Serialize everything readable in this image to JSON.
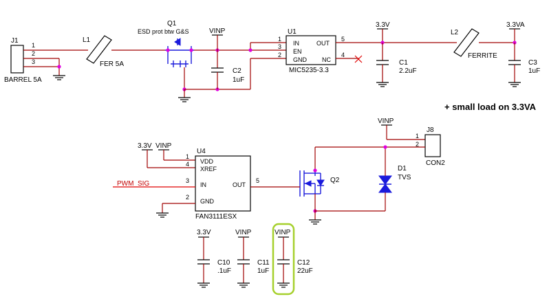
{
  "components": {
    "j1": {
      "ref": "J1",
      "value": "BARREL 5A",
      "pins": [
        "1",
        "2",
        "3"
      ]
    },
    "l1": {
      "ref": "L1",
      "value": "FER 5A"
    },
    "q1": {
      "ref": "Q1",
      "note": "ESD prot btw G&S"
    },
    "c2": {
      "ref": "C2",
      "value": "1uF"
    },
    "u1": {
      "ref": "U1",
      "value": "MIC5235-3.3",
      "pins": [
        {
          "num": "1",
          "name": "IN"
        },
        {
          "num": "3",
          "name": "EN"
        },
        {
          "num": "2",
          "name": "GND"
        },
        {
          "num": "5",
          "name": "OUT"
        },
        {
          "num": "4",
          "name": "NC"
        }
      ]
    },
    "c1": {
      "ref": "C1",
      "value": "2.2uF"
    },
    "l2": {
      "ref": "L2",
      "value": "FERRITE"
    },
    "c3": {
      "ref": "C3",
      "value": "1uF"
    },
    "j8": {
      "ref": "J8",
      "value": "CON2",
      "pins": [
        "1",
        "2"
      ]
    },
    "d1": {
      "ref": "D1",
      "value": "TVS"
    },
    "q2": {
      "ref": "Q2"
    },
    "u4": {
      "ref": "U4",
      "value": "FAN3111ESX",
      "pins": [
        {
          "num": "1",
          "name": "VDD"
        },
        {
          "num": "4",
          "name": "XREF"
        },
        {
          "num": "3",
          "name": "IN"
        },
        {
          "num": "2",
          "name": "GND"
        },
        {
          "num": "5",
          "name": "OUT"
        }
      ]
    },
    "c10": {
      "ref": "C10",
      "value": ".1uF"
    },
    "c11": {
      "ref": "C11",
      "value": "1uF"
    },
    "c12": {
      "ref": "C12",
      "value": "22uF"
    }
  },
  "nets": {
    "vinp": "VINP",
    "v33": "3.3V",
    "v33a": "3.3VA",
    "pwm": "PWM_SIG"
  },
  "note": "+ small load on 3.3VA",
  "colors": {
    "wire": "#a00000",
    "junction": "#e000e0",
    "mosfet": "#1a1adc",
    "highlight": "#a6d02c",
    "signal": "#c00000"
  }
}
